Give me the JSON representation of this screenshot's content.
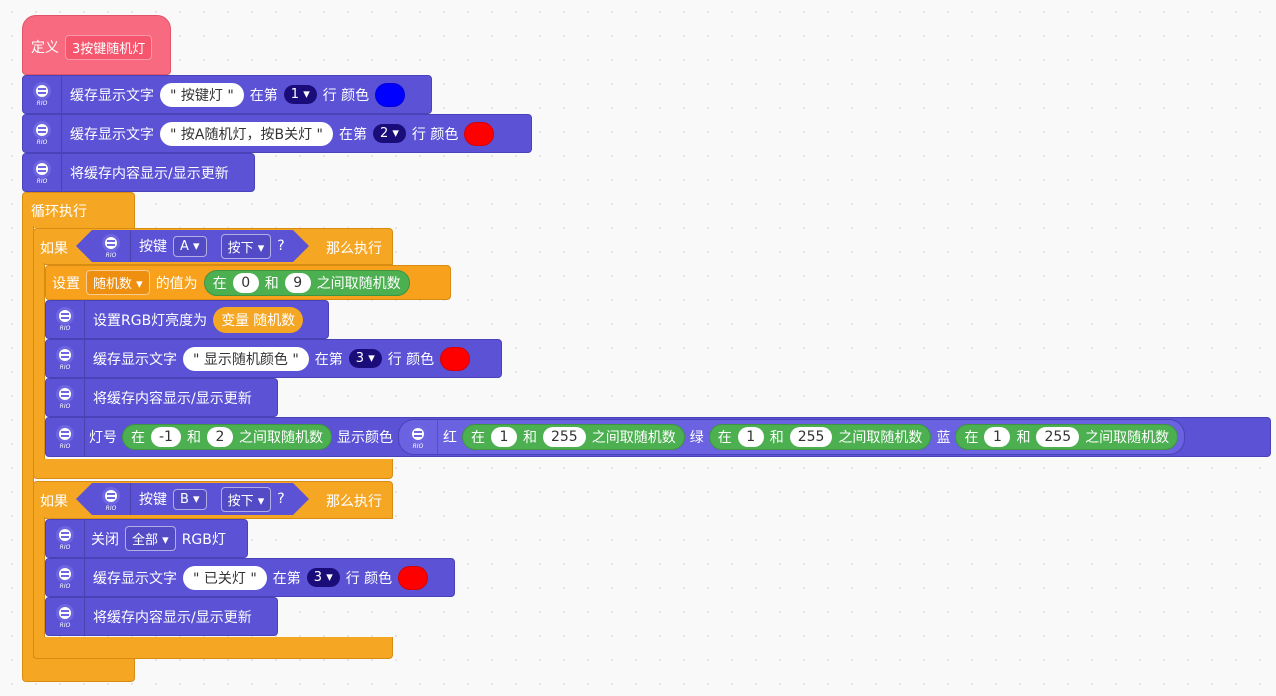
{
  "define": {
    "label": "定义",
    "name": "3按键随机灯"
  },
  "b1": {
    "label": "缓存显示文字",
    "text": "\" 按键灯 \"",
    "at": "在第",
    "line": "1",
    "row_color": "行 颜色"
  },
  "b2": {
    "label": "缓存显示文字",
    "text": "\" 按A随机灯，按B关灯 \"",
    "at": "在第",
    "line": "2",
    "row_color": "行 颜色"
  },
  "b3": {
    "label": "将缓存内容显示/显示更新"
  },
  "loop": {
    "label": "循环执行"
  },
  "if1": {
    "if": "如果",
    "key": "按键",
    "key_val": "A",
    "press": "按下",
    "q": "?",
    "then": "那么执行"
  },
  "set1": {
    "label": "设置",
    "var": "随机数",
    "value_of": "的值为",
    "in": "在",
    "min": "0",
    "and": "和",
    "max": "9",
    "between": "之间取随机数"
  },
  "rgb1": {
    "label": "设置RGB灯亮度为",
    "var_label": "变量",
    "var": "随机数"
  },
  "b4": {
    "label": "缓存显示文字",
    "text": "\" 显示随机颜色 \"",
    "at": "在第",
    "line": "3",
    "row_color": "行 颜色"
  },
  "b5": {
    "label": "将缓存内容显示/显示更新"
  },
  "lamp": {
    "label": "灯号",
    "in": "在",
    "min": "-1",
    "and": "和",
    "max": "2",
    "between": "之间取随机数",
    "show": "显示颜色",
    "red": "红",
    "green": "绿",
    "blue": "蓝",
    "r_min": "1",
    "r_max": "255",
    "g_min": "1",
    "g_max": "255",
    "b_min": "1",
    "b_max": "255"
  },
  "if2": {
    "if": "如果",
    "key": "按键",
    "key_val": "B",
    "press": "按下",
    "q": "?",
    "then": "那么执行"
  },
  "off": {
    "label": "关闭",
    "which": "全部",
    "rgb": "RGB灯"
  },
  "b6": {
    "label": "缓存显示文字",
    "text": "\" 已关灯 \"",
    "at": "在第",
    "line": "3",
    "row_color": "行 颜色"
  },
  "b7": {
    "label": "将缓存内容显示/显示更新"
  },
  "icon_text": "RIO",
  "colors": {
    "blue": "#0000ff",
    "red": "#ff0000"
  }
}
